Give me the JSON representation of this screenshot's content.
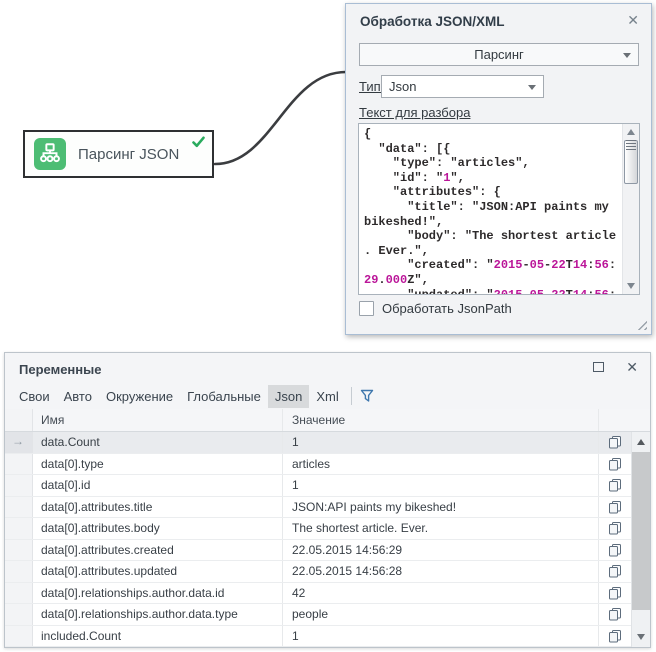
{
  "colors": {
    "node_icon_green": "#4dbd74",
    "check_green": "#2aab5e",
    "json_number_magenta": "#bb1699",
    "tab_selected_bg": "#d8dadc",
    "selected_row_bg": "#e9ebee"
  },
  "node": {
    "label": "Парсинг JSON",
    "icon": "sitemap-icon",
    "status_icon": "check-icon"
  },
  "dialog": {
    "title": "Обработка JSON/XML",
    "close_glyph": "✕",
    "mode_value": "Парсинг",
    "type_label": "Тип:",
    "type_value": "Json",
    "text_label": "Текст для разбора",
    "json_text": "{\n  \"data\": [{\n    \"type\": \"articles\",\n    \"id\": \"1\",\n    \"attributes\": {\n      \"title\": \"JSON:API paints my\nbikeshed!\",\n      \"body\": \"The shortest article\n. Ever.\",\n      \"created\": \"2015-05-22T14:56:\n29.000Z\",\n      \"updated\": \"2015-05-22T14:56:",
    "jsonpath_label": "Обработать JsonPath",
    "jsonpath_checked": false
  },
  "variables": {
    "title": "Переменные",
    "close_glyph": "✕",
    "tabs": [
      {
        "id": "own",
        "label": "Свои",
        "selected": false
      },
      {
        "id": "auto",
        "label": "Авто",
        "selected": false
      },
      {
        "id": "environment",
        "label": "Окружение",
        "selected": false
      },
      {
        "id": "global",
        "label": "Глобальные",
        "selected": false
      },
      {
        "id": "json",
        "label": "Json",
        "selected": true
      },
      {
        "id": "xml",
        "label": "Xml",
        "selected": false
      }
    ],
    "columns": {
      "name": "Имя",
      "value": "Значение"
    },
    "rows": [
      {
        "name": "data.Count",
        "value": "1",
        "selected": true
      },
      {
        "name": "data[0].type",
        "value": "articles",
        "selected": false
      },
      {
        "name": "data[0].id",
        "value": "1",
        "selected": false
      },
      {
        "name": "data[0].attributes.title",
        "value": "JSON:API paints my bikeshed!",
        "selected": false
      },
      {
        "name": "data[0].attributes.body",
        "value": "The shortest article. Ever.",
        "selected": false
      },
      {
        "name": "data[0].attributes.created",
        "value": "22.05.2015 14:56:29",
        "selected": false
      },
      {
        "name": "data[0].attributes.updated",
        "value": "22.05.2015 14:56:28",
        "selected": false
      },
      {
        "name": "data[0].relationships.author.data.id",
        "value": "42",
        "selected": false
      },
      {
        "name": "data[0].relationships.author.data.type",
        "value": "people",
        "selected": false
      },
      {
        "name": "included.Count",
        "value": "1",
        "selected": false
      }
    ]
  }
}
